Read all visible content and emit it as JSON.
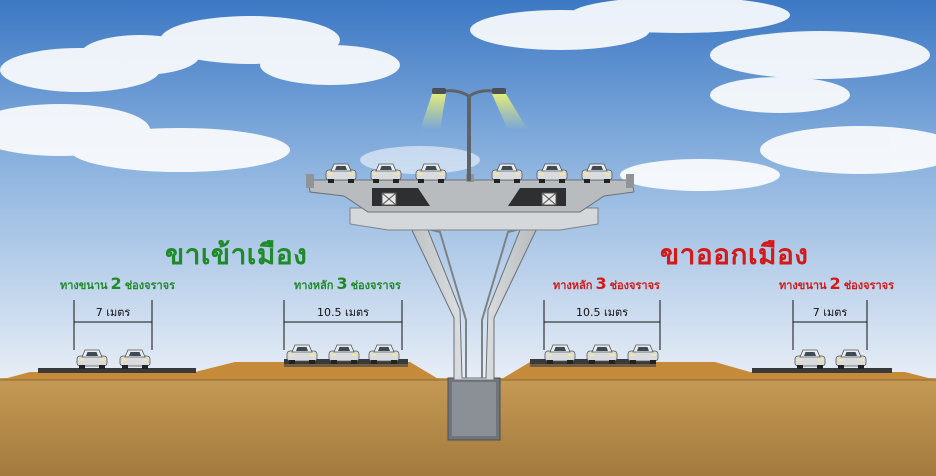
{
  "titles": {
    "inbound": "ขาเข้าเมือง",
    "outbound": "ขาออกเมือง"
  },
  "labels": {
    "in_local": {
      "prefix": "ทางขนาน",
      "number": "2",
      "suffix": "ช่องจราจร"
    },
    "in_main": {
      "prefix": "ทางหลัก",
      "number": "3",
      "suffix": "ช่องจราจร"
    },
    "out_main": {
      "prefix": "ทางหลัก",
      "number": "3",
      "suffix": "ช่องจราจร"
    },
    "out_local": {
      "prefix": "ทางขนาน",
      "number": "2",
      "suffix": "ช่องจราจร"
    }
  },
  "dimensions": {
    "in_local": "7 เมตร",
    "in_main": "10.5 เมตร",
    "out_main": "10.5 เมตร",
    "out_local": "7 เมตร"
  },
  "colors": {
    "inbound": "#1f8a2a",
    "outbound": "#d21a1a",
    "sky_top": "#3f7cc8",
    "sky_bottom": "#dfeaf5",
    "soil": "#b58a4a",
    "concrete": "#c9ccce"
  }
}
